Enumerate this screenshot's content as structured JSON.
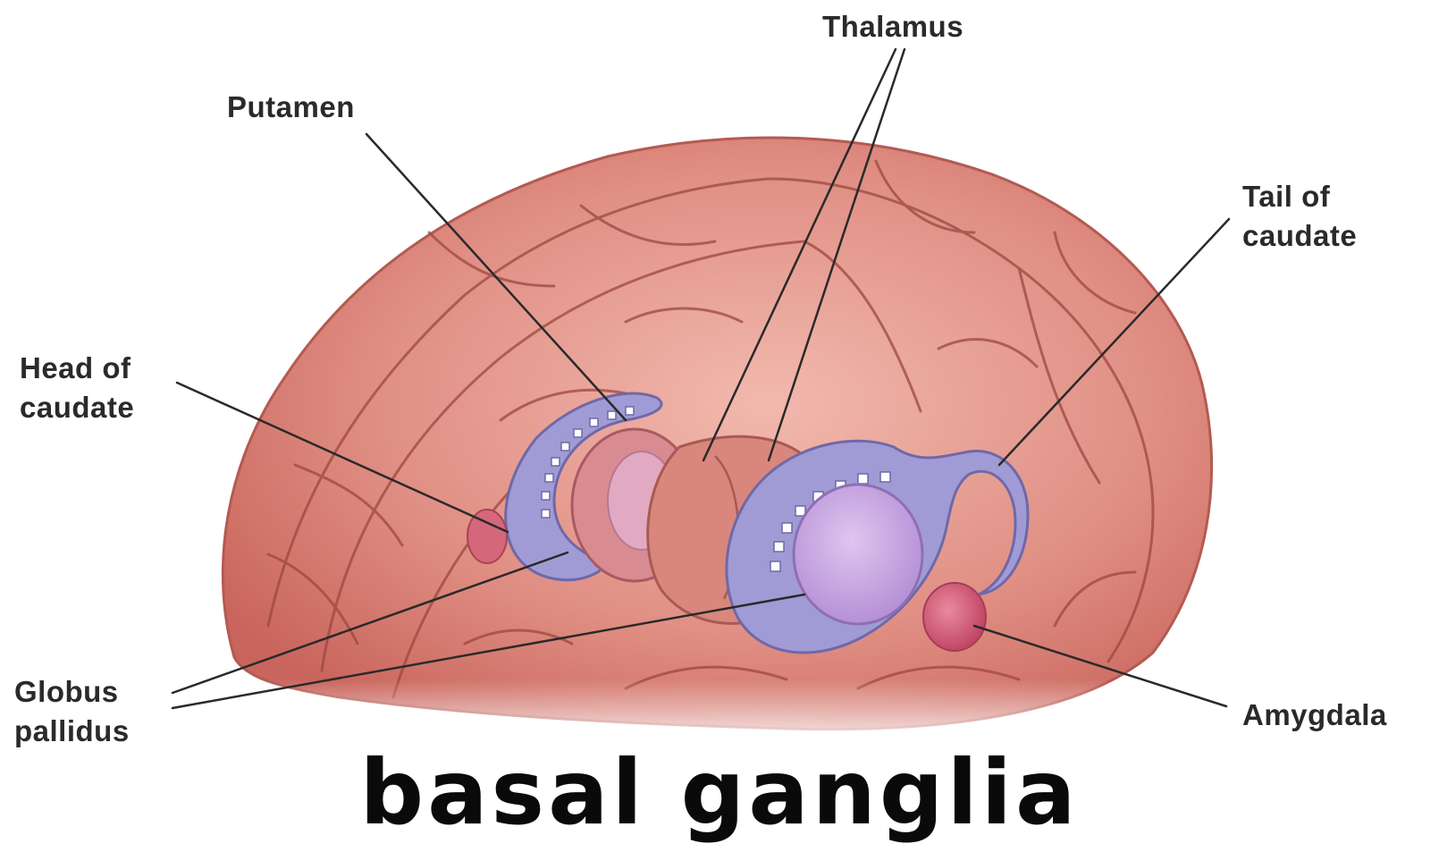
{
  "title": "basal ganglia",
  "labels": {
    "thalamus": "Thalamus",
    "putamen": "Putamen",
    "tail_of_caudate": [
      "Tail of",
      "caudate"
    ],
    "head_of_caudate": [
      "Head of",
      "caudate"
    ],
    "globus_pallidus": [
      "Globus",
      "pallidus"
    ],
    "amygdala": "Amygdala"
  },
  "colors": {
    "brain": "#d9776e",
    "brain_light": "#efb0a6",
    "brain_sulcus": "#8e3a34",
    "caudate": "#9f9ad2",
    "putamen": "#d47f8a",
    "globus_pallidus": "#c8a3de",
    "amygdala": "#d05a74",
    "leader_line": "#2a2a2a"
  }
}
